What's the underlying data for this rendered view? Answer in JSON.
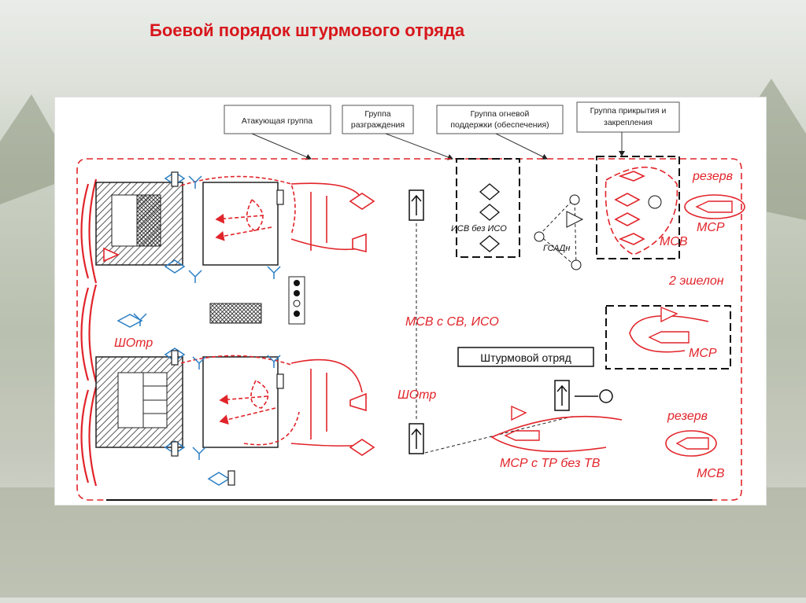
{
  "slide": {
    "title": "Боевой порядок штурмового отряда"
  },
  "diagram": {
    "group_boxes": [
      {
        "lines": [
          "Атакующая группа"
        ]
      },
      {
        "lines": [
          "Группа",
          "разграждения"
        ]
      },
      {
        "lines": [
          "Группа огневой",
          "поддержки (обеспечения)"
        ]
      },
      {
        "lines": [
          "Группа прикрытия и",
          "закрепления"
        ]
      }
    ],
    "labels": {
      "isv_bez_iso": "ИСВ без ИСО",
      "gsadn": "ГСАДн",
      "msv_top": "МСВ",
      "rezerv_top": "резерв",
      "msr_top": "МСР",
      "second_echelon": "2 эшелон",
      "msv_s_sv_iso": "МСВ с СВ, ИСО",
      "shotr_left": "ШОтр",
      "shotr_center": "ШОтр",
      "msr_middle": "МСР",
      "assault_unit": "Штурмовой отряд",
      "msr_s_tr": "МСР с ТР без ТВ",
      "rezerv_bottom": "резерв",
      "msv_bottom": "МСВ"
    },
    "colors": {
      "red": "#e1242a",
      "blue": "#2b7fc4",
      "black": "#111111"
    }
  }
}
